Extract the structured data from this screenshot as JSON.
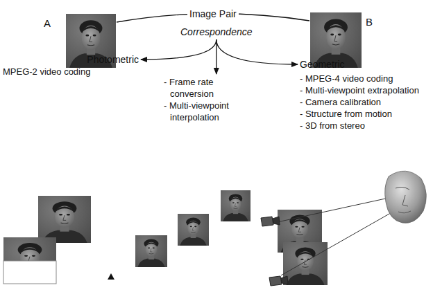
{
  "diagram": {
    "nodes": [
      {
        "text": [
          "A"
        ]
      },
      {
        "text": [
          "B"
        ]
      },
      {
        "text": [
          "Correspondence"
        ]
      },
      {
        "text": [
          "Photometric",
          "MPEG-2 video coding"
        ]
      },
      {
        "text": [
          "- Frame rate conversion",
          "- Multi-viewpoint interpolation"
        ]
      },
      {
        "text": [
          "Geometric",
          "- MPEG-4 video coding",
          "- Multi-viewpoint extrapolation",
          "- Camera calibration",
          "- Structure from motion",
          "- 3D from stereo"
        ]
      }
    ],
    "edges": [
      {
        "from": 0,
        "to": 1,
        "label": "Image Pair",
        "arrow": "none"
      },
      {
        "from": 2,
        "to": 3,
        "arrow": "to"
      },
      {
        "from": 2,
        "to": 4,
        "arrow": "to"
      },
      {
        "from": 2,
        "to": 5,
        "arrow": "to"
      }
    ]
  }
}
